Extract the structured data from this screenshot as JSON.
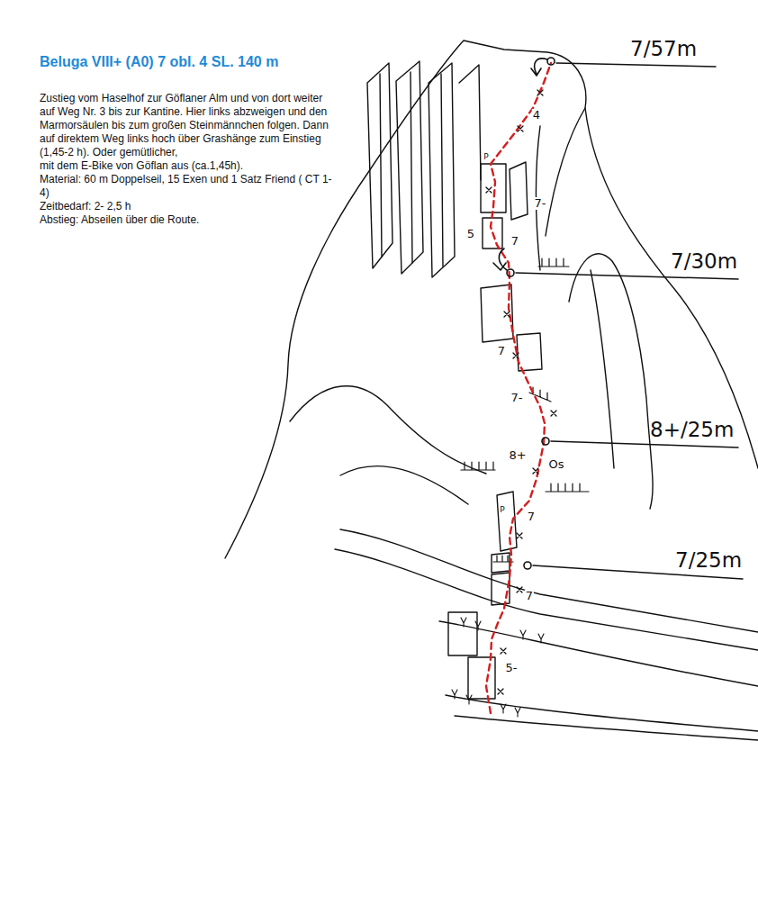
{
  "diagram": {
    "title": "Beluga VIII+ (A0) 7 obl. 4 SL. 140 m",
    "labels": [
      "Zustieg vom Haselhof zur Göflaner Alm und von dort weiter auf Weg Nr. 3 bis zur Kantine. Hier links abzweigen und den Marmorsäulen bis zum großen Steinmännchen folgen. Dann auf direktem Weg links hoch über Grashänge zum Einstieg (1,45-2 h). Oder gemütlicher,",
      "mit dem E-Bike von Göflan aus (ca.1,45h).",
      "Material: 60 m Doppelseil, 15 Exen und 1 Satz Friend ( CT 1- 4)",
      "Zeitbedarf: 2- 2,5 h",
      "Abstieg: Abseilen über die Route.",
      "7/57m",
      "7/30m",
      "8+/25m",
      "7/25m",
      "4",
      "7-",
      "5",
      "7",
      "7",
      "7-",
      "8+",
      "Os",
      "7",
      "7",
      "5-",
      "P",
      "P"
    ]
  }
}
